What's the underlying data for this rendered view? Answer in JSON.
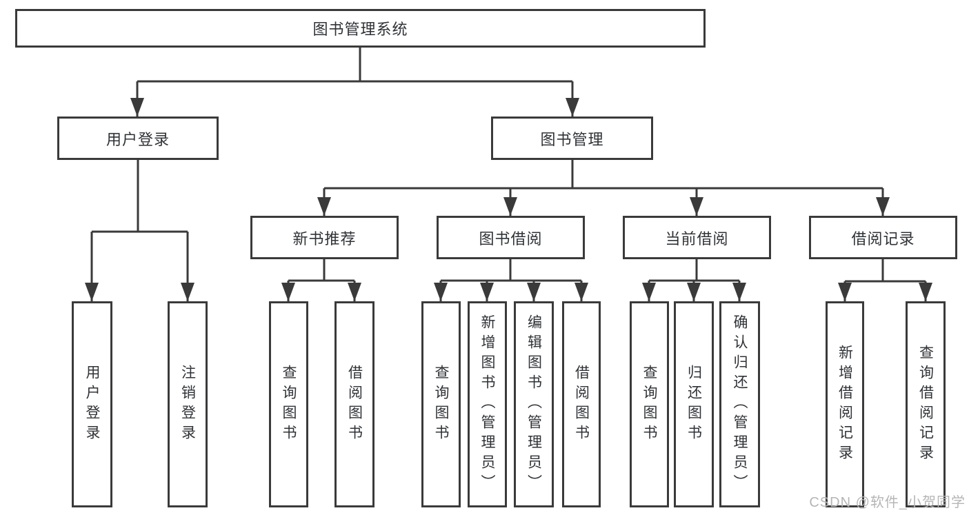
{
  "diagram": {
    "title": "图书管理系统",
    "level2": {
      "user_login": "用户登录",
      "book_mgmt": "图书管理"
    },
    "level3": {
      "new_book_rec": "新书推荐",
      "book_borrow": "图书借阅",
      "current_borrow": "当前借阅",
      "borrow_records": "借阅记录"
    },
    "leaves": {
      "user_login": "用户登录",
      "logout": "注销登录",
      "query_books_1": "查询图书",
      "borrow_books_1": "借阅图书",
      "query_books_2": "查询图书",
      "add_books": "新增图书（管理员）",
      "edit_books": "编辑图书（管理员）",
      "borrow_books_2": "借阅图书",
      "query_books_3": "查询图书",
      "return_books": "归还图书",
      "confirm_return": "确认归还（管理员）",
      "add_borrow_record": "新增借阅记录",
      "query_borrow_record": "查询借阅记录"
    }
  },
  "watermark": "CSDN @软件_小贺同学",
  "colors": {
    "line": "#3a3a3a",
    "text": "#2f3236",
    "watermark": "#b5b5b5",
    "background": "#ffffff"
  }
}
